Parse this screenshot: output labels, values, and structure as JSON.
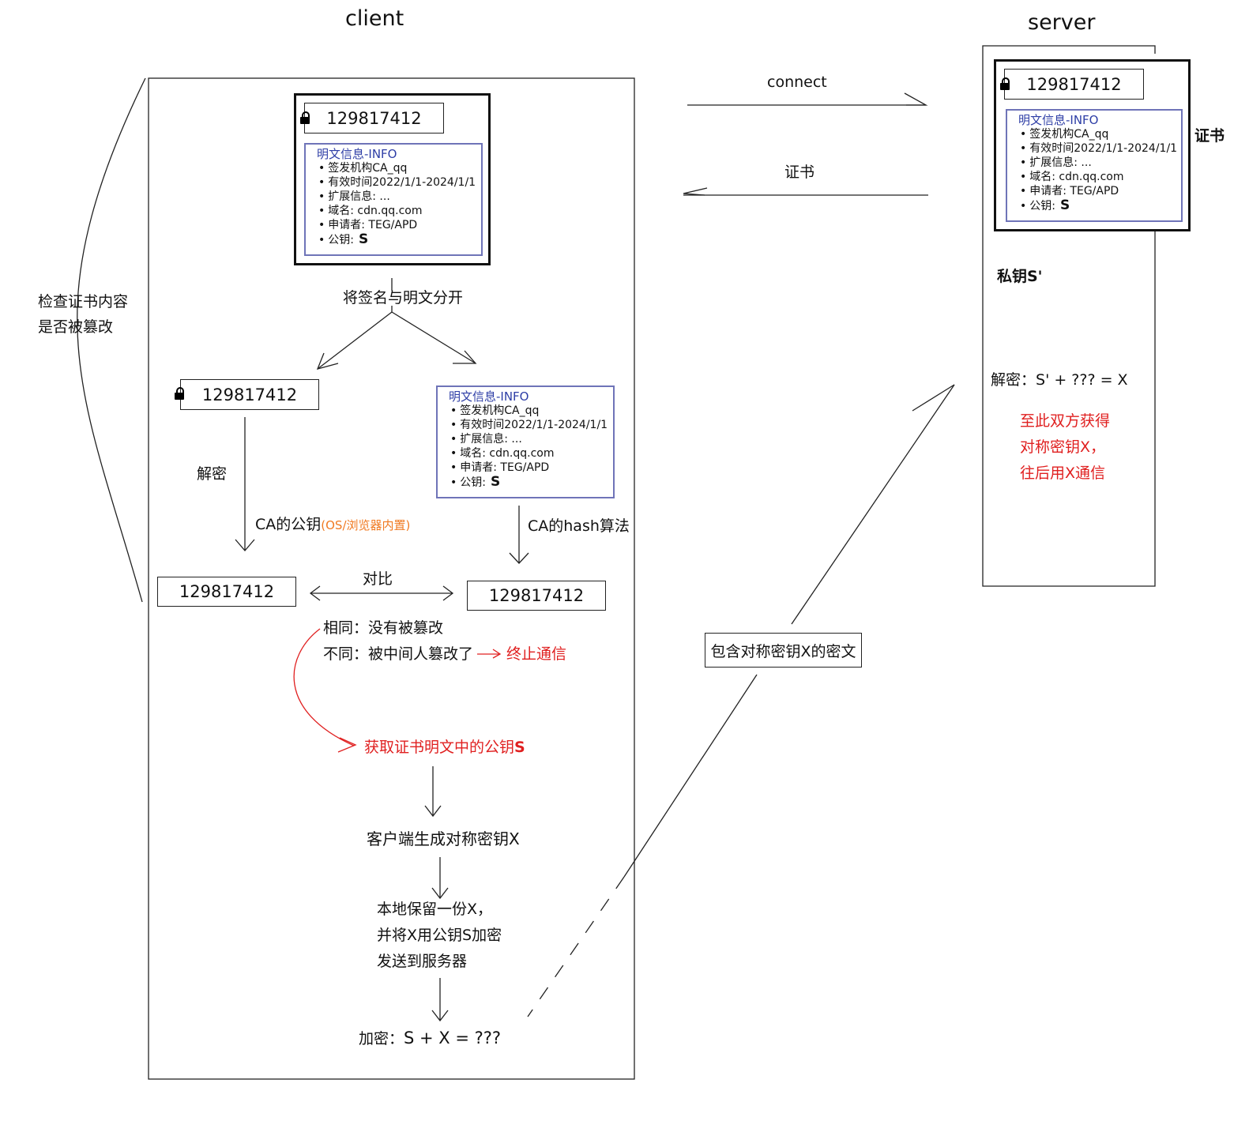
{
  "titles": {
    "client": "client",
    "server": "server"
  },
  "arrows": {
    "connect": "connect",
    "cert": "证书"
  },
  "cert": {
    "id": "129817412",
    "info_title": "明文信息-INFO",
    "items": [
      "签发机构CA_qq",
      "有效时间2022/1/1-2024/1/1",
      "扩展信息: ...",
      "域名: cdn.qq.com",
      "申请者: TEG/APD"
    ],
    "pubkey_label": "公钥:",
    "pubkey_value": "S"
  },
  "client": {
    "check_label_1": "检查证书内容",
    "check_label_2": "是否被篡改",
    "split_label": "将签名与明文分开",
    "decrypt_label": "解密",
    "ca_pubkey_label": "CA的公钥",
    "ca_pubkey_note": "(OS/浏览器内置)",
    "hash_label": "CA的hash算法",
    "compare_label": "对比",
    "result_left": "129817412",
    "result_right": "129817412",
    "same_text": "相同：没有被篡改",
    "diff_text": "不同：被中间人篡改了",
    "terminate_text": "终止通信",
    "get_pubkey_text": "获取证书明文中的公钥",
    "get_pubkey_s": "S",
    "gen_key_text": "客户端生成对称密钥X",
    "keep_lines": [
      "本地保留一份X，",
      "并将X用公钥S加密",
      "发送到服务器"
    ],
    "encrypt_prefix": "加密：",
    "encrypt_formula": "S + X = ???"
  },
  "ciphertext_label": "包含对称密钥X的密文",
  "server": {
    "cert_label": "证书",
    "private_key": "私钥S'",
    "decrypt_prefix": "解密：",
    "decrypt_formula": "S' + ??? = X",
    "result_lines": [
      "至此双方获得",
      "对称密钥X，",
      "往后用X通信"
    ]
  },
  "colors": {
    "info_border": "#6f74b8",
    "info_title": "#2e3ea6",
    "red": "#e02020",
    "orange": "#f07a22"
  }
}
